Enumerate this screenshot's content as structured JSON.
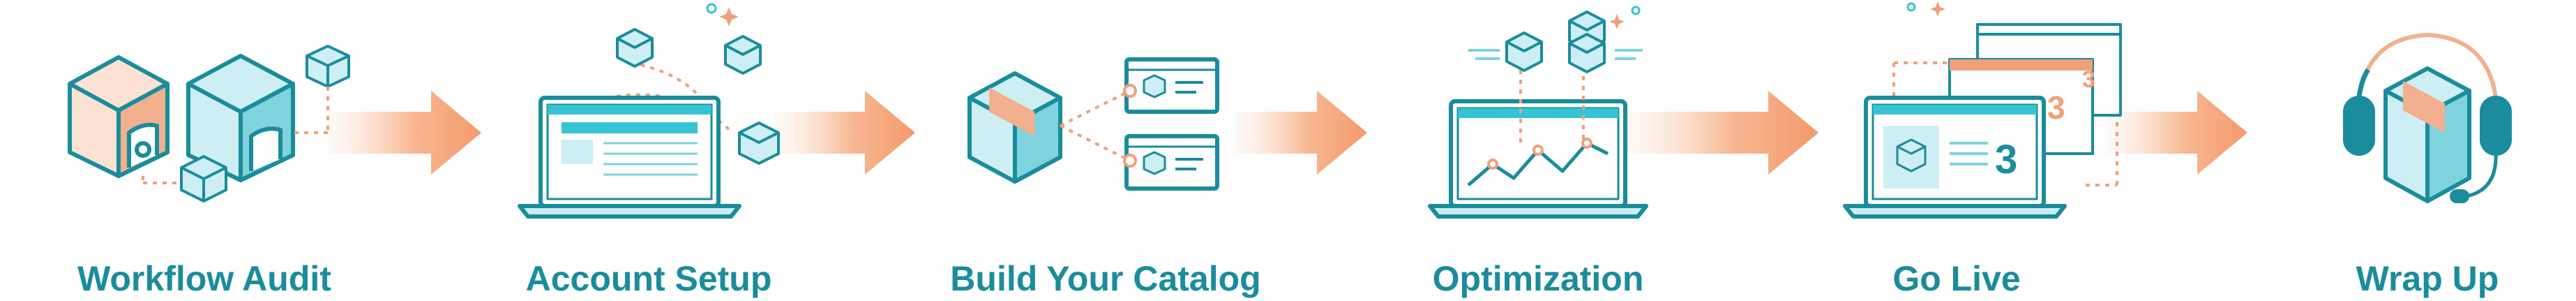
{
  "colors": {
    "teal": "#1a8c9c",
    "teal_dark": "#1f7f8c",
    "teal_light": "#cdeff3",
    "teal_mid": "#7fd3de",
    "orange": "#f0a07a",
    "orange_light": "#fde0d0",
    "screen_bar": "#36c3d3"
  },
  "steps": [
    {
      "label": "Workflow Audit",
      "icon": "warehouse-boxes-icon"
    },
    {
      "label": "Account Setup",
      "icon": "laptop-setup-icon"
    },
    {
      "label": "Build Your Catalog",
      "icon": "catalog-box-icon"
    },
    {
      "label": "Optimization",
      "icon": "laptop-chart-icon"
    },
    {
      "label": "Go Live",
      "icon": "laptop-windows-icon"
    },
    {
      "label": "Wrap Up",
      "icon": "headset-box-icon"
    }
  ]
}
